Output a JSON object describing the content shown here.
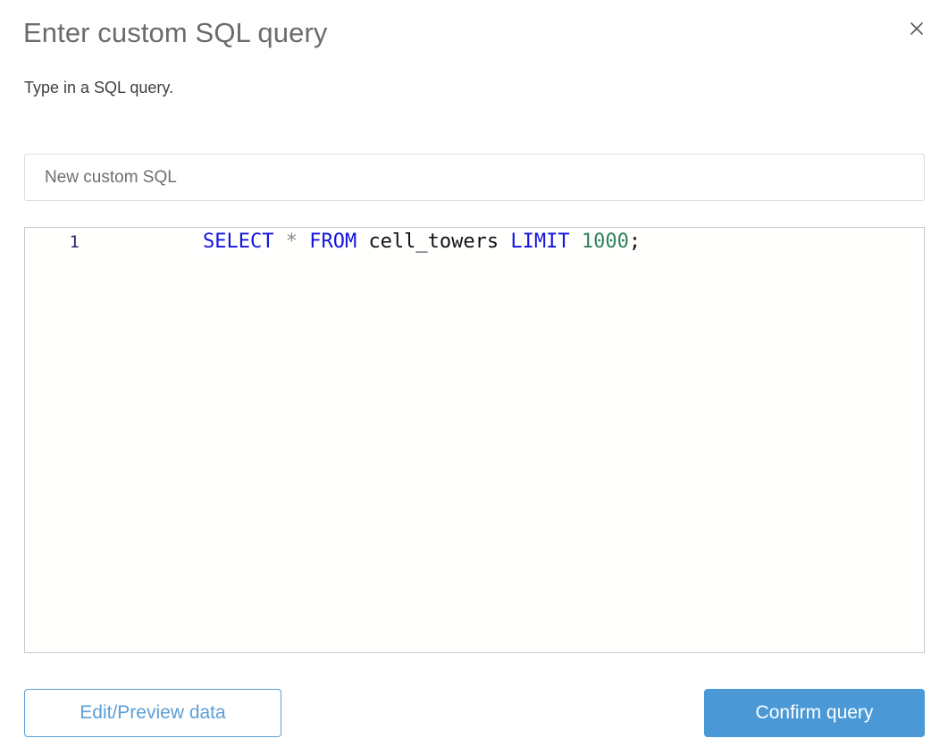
{
  "dialog": {
    "title": "Enter custom SQL query",
    "subtitle": "Type in a SQL query.",
    "close_icon": "close-icon"
  },
  "name_field": {
    "value": "New custom SQL",
    "placeholder": "New custom SQL"
  },
  "editor": {
    "line_number": "1",
    "query": "SELECT * FROM cell_towers LIMIT 1000;",
    "tokens": [
      {
        "text": "SELECT",
        "type": "keyword"
      },
      {
        "text": " ",
        "type": "space"
      },
      {
        "text": "*",
        "type": "star"
      },
      {
        "text": " ",
        "type": "space"
      },
      {
        "text": "FROM",
        "type": "keyword"
      },
      {
        "text": " ",
        "type": "space"
      },
      {
        "text": "cell_towers",
        "type": "identifier"
      },
      {
        "text": " ",
        "type": "space"
      },
      {
        "text": "LIMIT",
        "type": "keyword"
      },
      {
        "text": " ",
        "type": "space"
      },
      {
        "text": "1000",
        "type": "number"
      },
      {
        "text": ";",
        "type": "punctuation"
      }
    ]
  },
  "footer": {
    "secondary_label": "Edit/Preview data",
    "primary_label": "Confirm query"
  },
  "colors": {
    "keyword": "#1414e0",
    "number": "#2f8361",
    "star": "#8a8a8a",
    "identifier": "#121212",
    "accent": "#4a99d6",
    "accent_outline": "#5d9ed6",
    "title": "#6b6b6b",
    "editor_bg": "#fffffd"
  }
}
